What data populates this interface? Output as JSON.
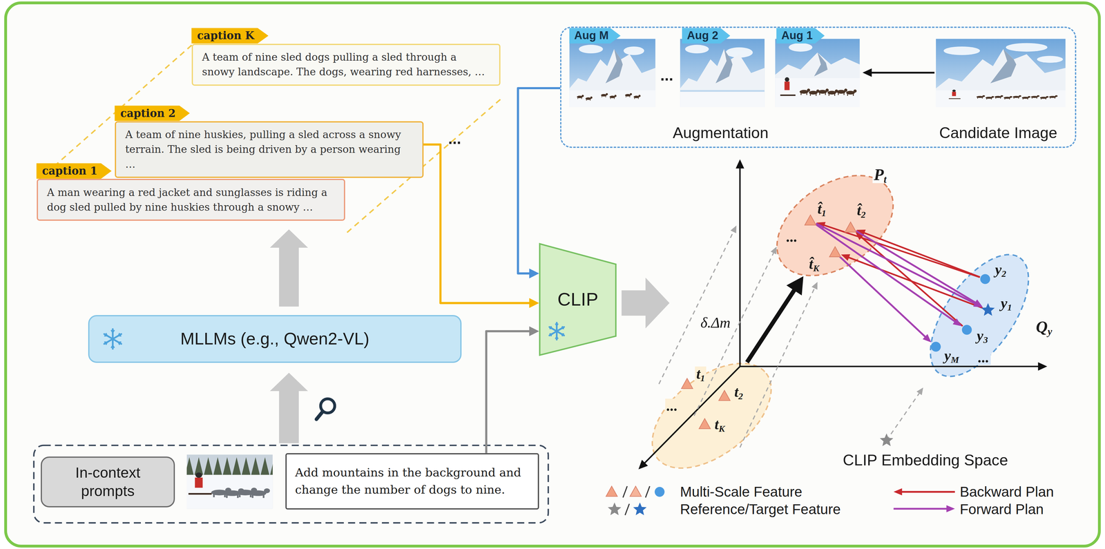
{
  "diagram": {
    "nodes": [
      {
        "text": [
          "caption K",
          "A team of nine sled dogs pulling a sled through a snowy landscape. The dogs, wearing red harnesses, …"
        ]
      },
      {
        "text": [
          "caption 2",
          "A team of nine huskies, pulling a sled across a snowy terrain. The sled is being driven by a person wearing …"
        ]
      },
      {
        "text": [
          "caption 1",
          "A man wearing a red jacket and sunglasses is riding a dog sled pulled by nine huskies through a snowy …"
        ]
      },
      {
        "text": [
          "MLLMs (e.g., Qwen2-VL)"
        ]
      },
      {
        "text": [
          "In-context prompts"
        ]
      },
      {
        "text": [
          "Add mountains in the background and change the number of dogs to nine."
        ]
      },
      {
        "text": [
          "Augmentation",
          "Candidate Image"
        ]
      },
      {
        "text": [
          "Aug M"
        ],
        "in": 6
      },
      {
        "text": [
          "Aug 2"
        ],
        "in": 6
      },
      {
        "text": [
          "Aug 1"
        ],
        "in": 6
      },
      {
        "text": [
          "CLIP"
        ]
      },
      {
        "text": [
          "t1",
          "t2",
          "...",
          "tK"
        ]
      },
      {
        "text": [
          "Pt",
          "t̂1",
          "t̂2",
          "...",
          "t̂K"
        ]
      },
      {
        "text": [
          "Qy",
          "y2",
          "y1",
          "y3",
          "yM",
          "..."
        ]
      }
    ],
    "edges": [
      {
        "from": 3,
        "to": 2,
        "arrow": "to"
      },
      {
        "from": 5,
        "to": 3,
        "arrow": "to"
      },
      {
        "from": 1,
        "to": 10,
        "arrow": "to"
      },
      {
        "from": 6,
        "to": 10,
        "arrow": "to"
      },
      {
        "from": 5,
        "to": 10,
        "arrow": "to"
      },
      {
        "from": 11,
        "to": 12,
        "label": "δ.Δm",
        "arrow": "to"
      }
    ],
    "labels": [
      "...",
      "...",
      "CLIP Embedding Space"
    ],
    "legend": [
      {
        "text": "Multi-Scale Feature"
      },
      {
        "text": "Reference/Target Feature"
      },
      {
        "text": "Backward Plan"
      },
      {
        "text": "Forward Plan"
      }
    ]
  }
}
